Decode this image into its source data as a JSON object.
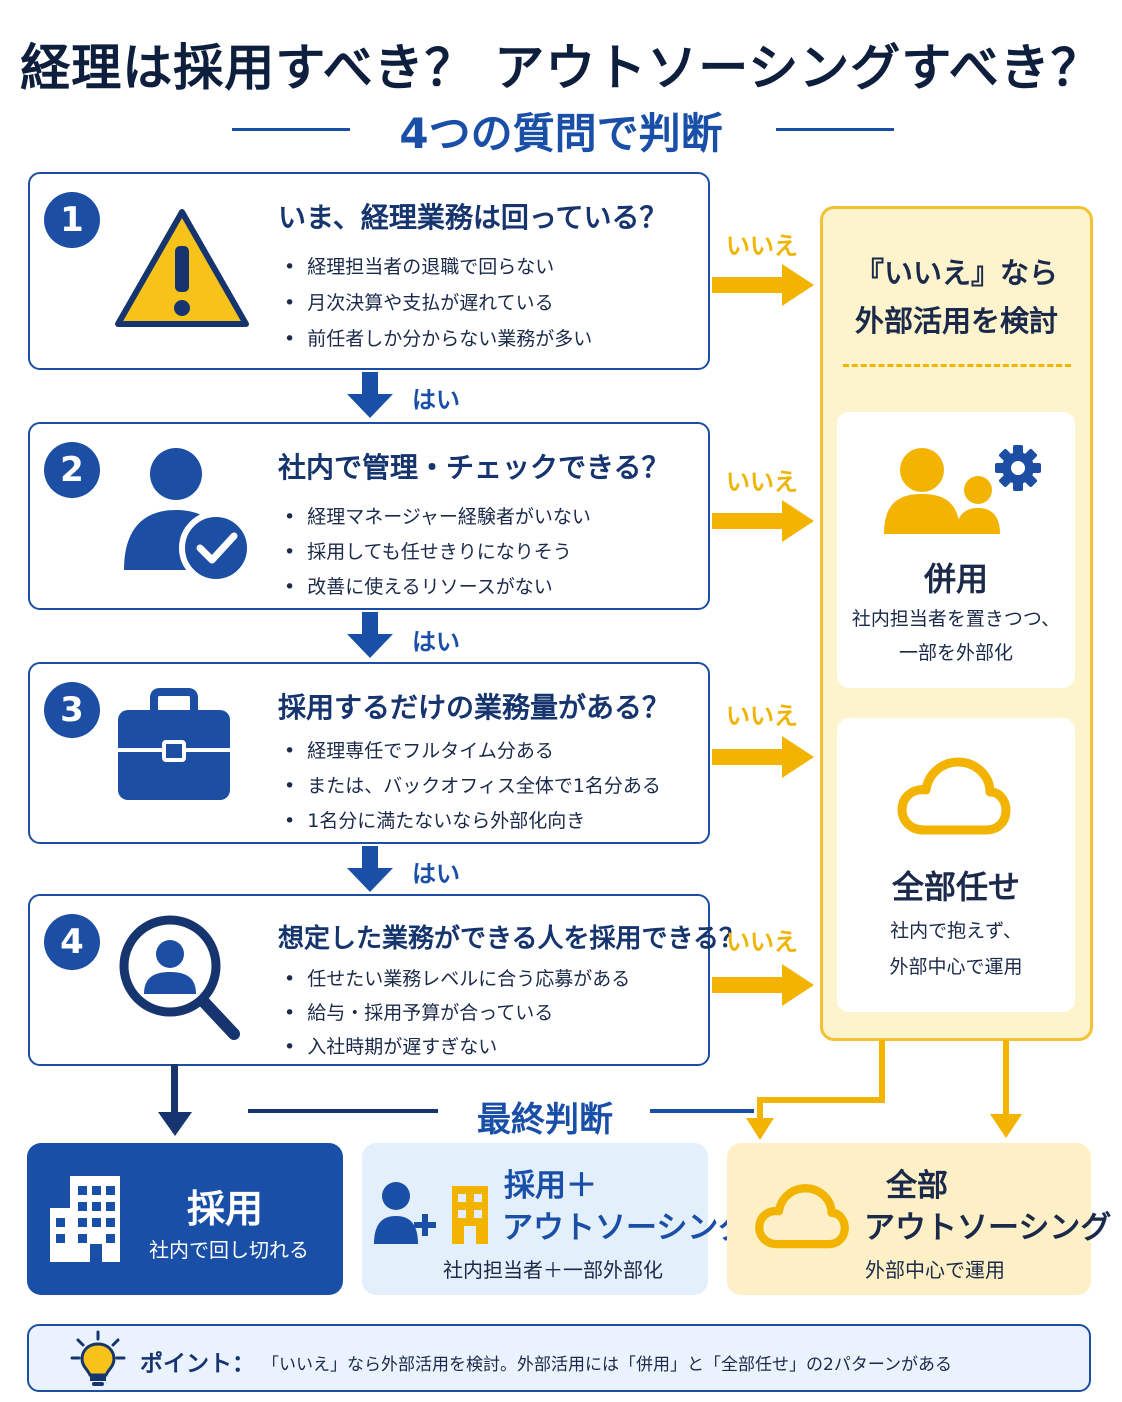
{
  "title": "経理は採用すべき？ アウトソーシングすべき？",
  "subtitle": "4つの質問で判断",
  "questions": [
    {
      "num": "1",
      "title": "いま、経理業務は回っている？",
      "bullets": [
        "経理担当者の退職で回らない",
        "月次決算や支払が遅れている",
        "前任者しか分からない業務が多い"
      ],
      "icon": "warning-icon"
    },
    {
      "num": "2",
      "title": "社内で管理・チェックできる？",
      "bullets": [
        "経理マネージャー経験者がいない",
        "採用しても任せきりになりそう",
        "改善に使えるリソースがない"
      ],
      "icon": "user-check-icon"
    },
    {
      "num": "3",
      "title": "採用するだけの業務量がある？",
      "bullets": [
        "経理専任でフルタイム分ある",
        "または、バックオフィス全体で1名分ある",
        "1名分に満たないなら外部化向き"
      ],
      "icon": "briefcase-icon"
    },
    {
      "num": "4",
      "title": "想定した業務ができる人を採用できる？",
      "bullets": [
        "任せたい業務レベルに合う応募がある",
        "給与・採用予算が合っている",
        "入社時期が遅すぎない"
      ],
      "icon": "search-user-icon"
    }
  ],
  "yes_label": "はい",
  "no_label": "いいえ",
  "right_panel": {
    "heading_line1": "『いいえ』なら",
    "heading_line2": "外部活用を検討",
    "option1": {
      "title": "併用",
      "desc_line1": "社内担当者を置きつつ、",
      "desc_line2": "一部を外部化",
      "icon": "team-gear-icon"
    },
    "option2": {
      "title": "全部任せ",
      "desc_line1": "社内で抱えず、",
      "desc_line2": "外部中心で運用",
      "icon": "cloud-icon"
    }
  },
  "final_label": "最終判断",
  "results": [
    {
      "title": "採用",
      "desc": "社内で回し切れる",
      "icon": "building-icon"
    },
    {
      "title_line1": "採用＋",
      "title_line2": "アウトソーシング",
      "desc": "社内担当者＋一部外部化",
      "icon": "user-plus-building-icon"
    },
    {
      "title_line1": "全部",
      "title_line2": "アウトソーシング",
      "desc": "外部中心で運用",
      "icon": "cloud-icon"
    }
  ],
  "point": {
    "label": "ポイント：",
    "text": "「いいえ」なら外部活用を検討。外部活用には「併用」と「全部任せ」の2パターンがある",
    "icon": "lightbulb-icon"
  },
  "colors": {
    "navy": "#1c4ea3",
    "yellow": "#f2b400",
    "panel": "#fdf3cc"
  }
}
